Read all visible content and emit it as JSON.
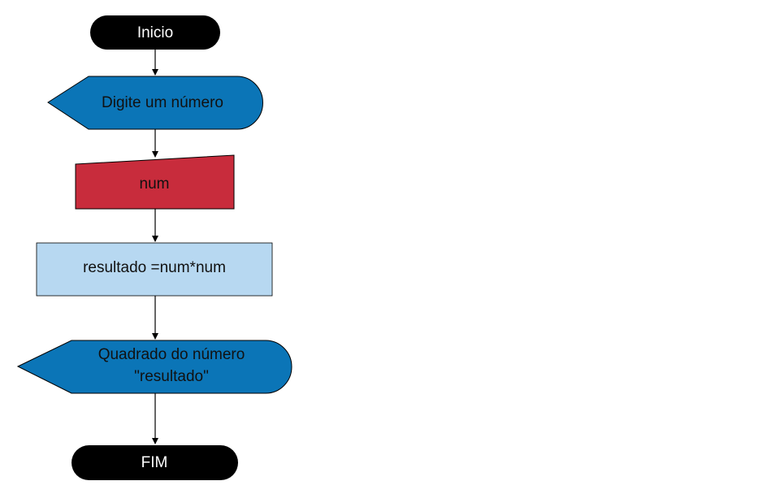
{
  "diagram": {
    "type": "flowchart",
    "colors": {
      "terminal": "#000000",
      "display": "#0b75b7",
      "manual_input": "#c82c3c",
      "process": "#b7d8f1",
      "connector": "#000000"
    },
    "nodes": {
      "start": {
        "label": "Inicio"
      },
      "prompt": {
        "label": "Digite um número"
      },
      "input": {
        "label": "num"
      },
      "process": {
        "label": "resultado =num*num"
      },
      "output": {
        "line1": "Quadrado do número",
        "line2": "\"resultado\""
      },
      "end": {
        "label": "FIM"
      }
    }
  }
}
